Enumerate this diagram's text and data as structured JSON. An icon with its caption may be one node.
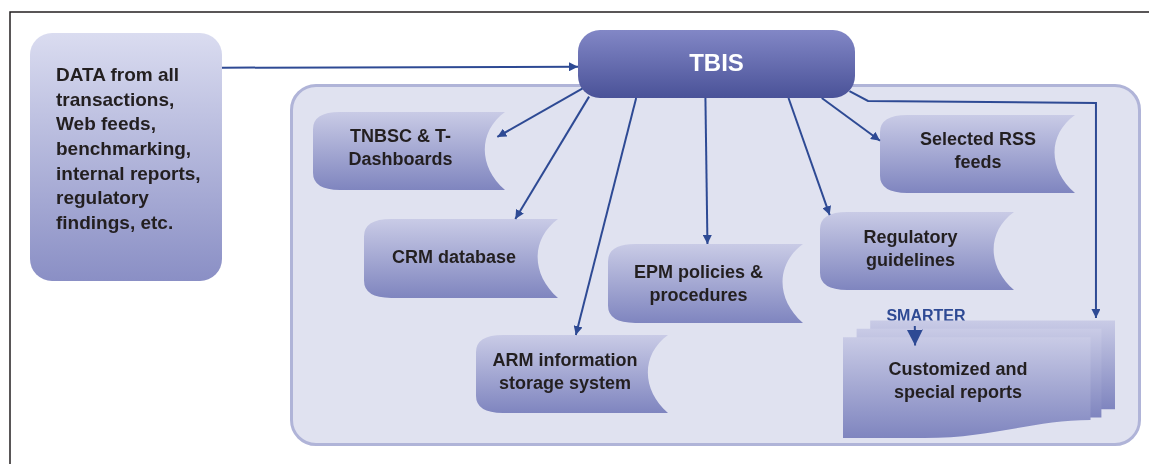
{
  "diagram": {
    "nodes": [
      {
        "text": [
          "DATA from all transactions, Web feeds, benchmarking, internal reports, regulatory findings, etc."
        ]
      },
      {
        "text": [
          "TBIS"
        ]
      },
      {
        "text": [],
        "shape": "box"
      },
      {
        "text": [
          "TNBSC & T-Dashboards"
        ],
        "in": 2
      },
      {
        "text": [
          "CRM database"
        ],
        "in": 2
      },
      {
        "text": [
          "ARM information storage system"
        ],
        "in": 2
      },
      {
        "text": [
          "EPM policies & procedures"
        ],
        "in": 2
      },
      {
        "text": [
          "Regulatory guidelines"
        ],
        "in": 2
      },
      {
        "text": [
          "Selected RSS feeds"
        ],
        "in": 2
      },
      {
        "text": [
          "SMARTER"
        ],
        "in": 2
      },
      {
        "text": [
          "Customized and special reports"
        ],
        "in": 2
      }
    ],
    "edges": [
      {
        "from": 0,
        "to": 1,
        "arrow": "to"
      },
      {
        "from": 1,
        "to": 3,
        "arrow": "to"
      },
      {
        "from": 1,
        "to": 4,
        "arrow": "to"
      },
      {
        "from": 1,
        "to": 5,
        "arrow": "to"
      },
      {
        "from": 1,
        "to": 6,
        "arrow": "to"
      },
      {
        "from": 1,
        "to": 7,
        "arrow": "to"
      },
      {
        "from": 1,
        "to": 8,
        "arrow": "to"
      },
      {
        "from": 1,
        "to": 10,
        "arrow": "to"
      },
      {
        "from": 9,
        "to": 10,
        "arrow": "to"
      }
    ]
  }
}
